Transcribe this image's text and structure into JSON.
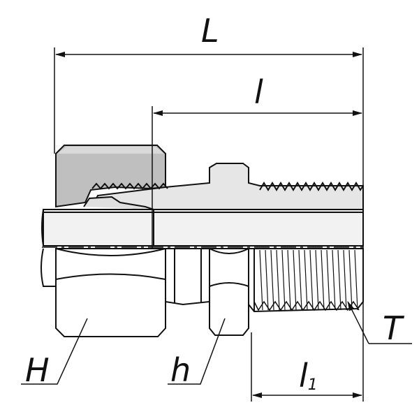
{
  "labels": {
    "overall_length": "L",
    "body_length": "l",
    "thread_length": "l",
    "thread_length_subscript": "1",
    "nut_size": "H",
    "hex_size": "h",
    "thread": "T"
  },
  "colors": {
    "line": "#111111",
    "nut_fill": "#bfbfbf",
    "nut_top": "#d9d9d9",
    "body_fill": "#e6e6e6",
    "tube_fill": "#f2f2f2",
    "background": "#ffffff"
  }
}
